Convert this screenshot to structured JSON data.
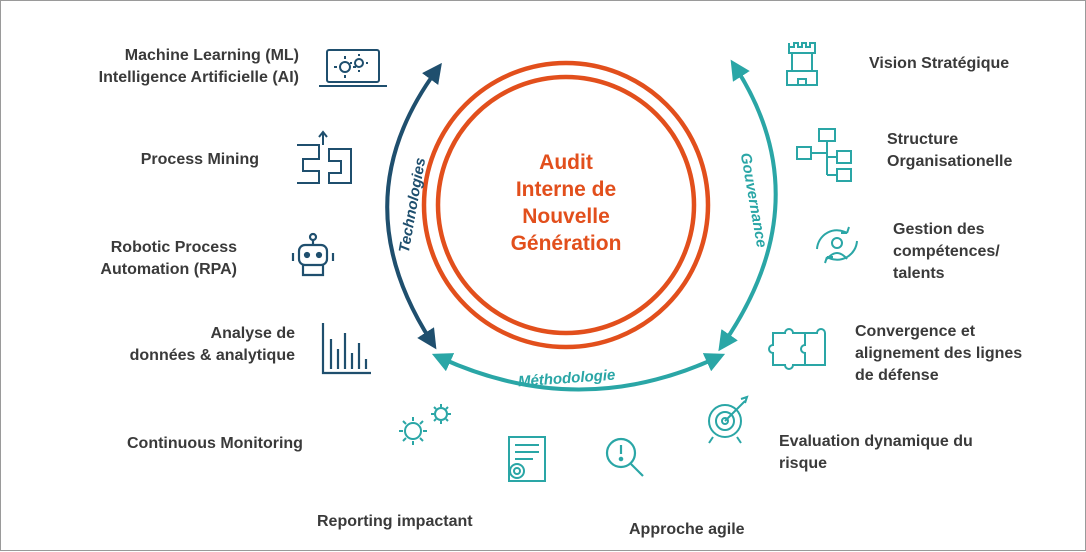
{
  "center": {
    "lines": [
      "Audit",
      "Interne de",
      "Nouvelle",
      "Génération"
    ]
  },
  "arcs": {
    "technologies": "Technologies",
    "gouvernance": "Gouvernance",
    "methodologie": "Méthodologie"
  },
  "labels": {
    "ml_ai": [
      "Machine Learning (ML)",
      "Intelligence Artificielle (AI)"
    ],
    "process_mining": "Process Mining",
    "rpa": [
      "Robotic Process",
      "Automation (RPA)"
    ],
    "analytics": [
      "Analyse de",
      "données & analytique"
    ],
    "continuous_monitoring": "Continuous Monitoring",
    "reporting": "Reporting impactant",
    "agile": "Approche agile",
    "vision": "Vision Stratégique",
    "structure": [
      "Structure",
      "Organisationelle"
    ],
    "competences": [
      "Gestion des",
      "compétences/",
      "talents"
    ],
    "convergence": [
      "Convergence et",
      "alignement des lignes",
      "de défense"
    ],
    "risque": [
      "Evaluation dynamique du",
      "risque"
    ]
  },
  "colors": {
    "orange": "#e24f1c",
    "navy": "#1f4f6e",
    "teal": "#2aa6a6",
    "text": "#3a3a3a"
  },
  "icons": {
    "ml_ai": "laptop-gears-icon",
    "process_mining": "flowchart-icon",
    "rpa": "robot-icon",
    "analytics": "bar-chart-icon",
    "continuous_monitoring": "gears-icon",
    "reporting": "certificate-document-icon",
    "agile": "magnifier-exclamation-icon",
    "vision": "castle-tower-icon",
    "structure": "org-chart-icon",
    "competences": "person-cycle-icon",
    "convergence": "puzzle-icon",
    "risque": "target-arrow-icon"
  }
}
